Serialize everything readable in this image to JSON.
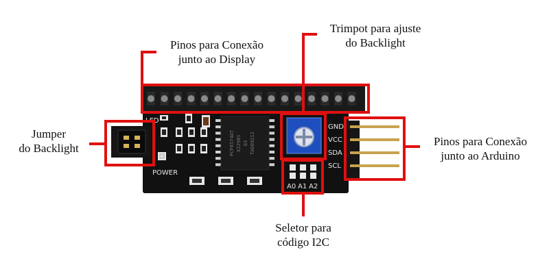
{
  "labels": {
    "display_pins": [
      "Pinos para Conexão",
      "junto ao Display"
    ],
    "trimpot": [
      "Trimpot para ajuste",
      "do Backlight"
    ],
    "jumper": [
      "Jumper",
      "do Backlight"
    ],
    "arduino_pins": [
      "Pinos para Conexão",
      "junto ao Arduino"
    ],
    "i2c_selector": [
      "Seletor para",
      "código I2C"
    ]
  },
  "silkscreen": {
    "led": "LED",
    "power": "POWER",
    "pins": [
      "GND",
      "VCC",
      "SDA",
      "SCL"
    ],
    "address": [
      "A0",
      "A1",
      "A2"
    ]
  },
  "chip_marking": [
    "PCF8574AT",
    "K22901",
    "03",
    "TAD09212"
  ],
  "colors": {
    "highlight": "#e01010",
    "board": "#111111",
    "trimpot": "#1f4fbf"
  }
}
